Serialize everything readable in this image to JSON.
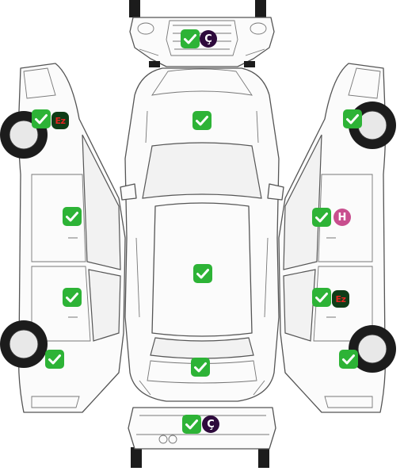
{
  "colors": {
    "check": "#2db336",
    "painted": "#c84e8e",
    "replaced": "#2e0a3c",
    "dent_bg": "#0f3d17",
    "dent_text": "#e52421"
  },
  "legend_codes": {
    "replaced": "Ç",
    "painted": "H",
    "dent": "Ez"
  },
  "parts": [
    {
      "part": "front-bumper",
      "status": "ok",
      "badge": "replaced"
    },
    {
      "part": "hood",
      "status": "ok",
      "badge": null
    },
    {
      "part": "roof",
      "status": "ok",
      "badge": null
    },
    {
      "part": "trunk",
      "status": "ok",
      "badge": null
    },
    {
      "part": "rear-bumper",
      "status": "ok",
      "badge": "replaced"
    },
    {
      "part": "left-front-fender",
      "status": "ok",
      "badge": "dent"
    },
    {
      "part": "left-front-door",
      "status": "ok",
      "badge": null
    },
    {
      "part": "left-rear-door",
      "status": "ok",
      "badge": null
    },
    {
      "part": "left-rear-fender",
      "status": "ok",
      "badge": null
    },
    {
      "part": "right-front-fender",
      "status": "ok",
      "badge": null
    },
    {
      "part": "right-front-door",
      "status": "ok",
      "badge": "painted"
    },
    {
      "part": "right-rear-door",
      "status": "ok",
      "badge": "dent"
    },
    {
      "part": "right-rear-fender",
      "status": "ok",
      "badge": null
    }
  ]
}
